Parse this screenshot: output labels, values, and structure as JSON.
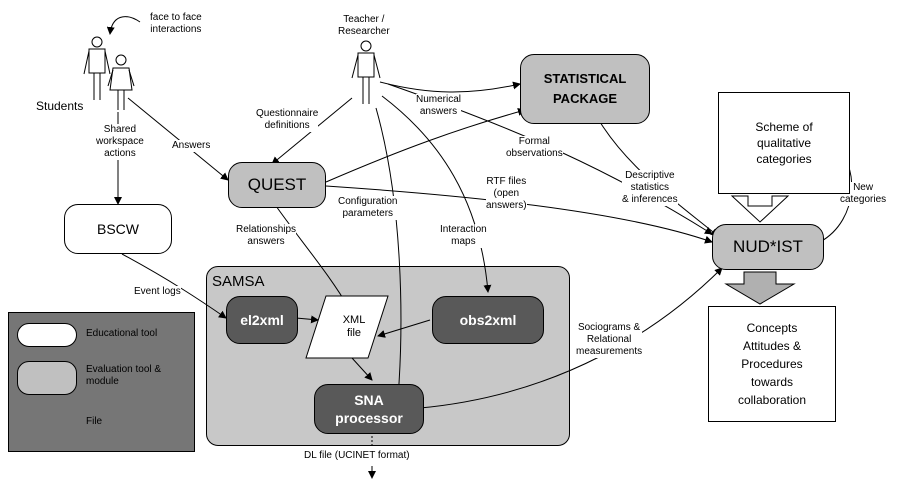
{
  "people": {
    "students_label": "Students",
    "face_to_face_label": "face to face\ninteractions",
    "teacher_label": "Teacher /\nResearcher"
  },
  "nodes": {
    "quest": "QUEST",
    "bscw": "BSCW",
    "statistical": "STATISTICAL\nPACKAGE",
    "nudist": "NUD*IST",
    "scheme": "Scheme of\nqualitative\ncategories",
    "concepts": "Concepts\nAttitudes &\nProcedures\ntowards\ncollaboration",
    "samsa": "SAMSA",
    "el2xml": "el2xml",
    "obs2xml": "obs2xml",
    "xml_file": "XML\nfile",
    "sna": "SNA\nprocessor"
  },
  "edges": {
    "shared_workspace": "Shared\nworkspace\nactions",
    "answers": "Answers",
    "questionnaire_defs": "Questionnaire\ndefinitions",
    "numerical_answers": "Numerical\nanswers",
    "formal_observations": "Formal\nobservations",
    "descriptive_stats": "Descriptive\nstatistics\n& inferences",
    "rtf_files": "RTF files\n(open\nanswers)",
    "configuration": "Configuration\nparameters",
    "relationships": "Relationships\nanswers",
    "interaction_maps": "Interaction\nmaps",
    "event_logs": "Event logs",
    "sociograms": "Sociograms &\nRelational\nmeasurements",
    "new_categories": "New\ncategories",
    "dl_file": "DL file (UCINET format)"
  },
  "legend": {
    "educational_tool": "Educational tool",
    "evaluation_tool": "Evaluation tool &\nmodule",
    "file": "File"
  },
  "colors": {
    "samsa_background": "#c8c8c8",
    "module_dark": "#595959",
    "tool_grey": "#c0c0c0",
    "legend_background": "#767676"
  }
}
